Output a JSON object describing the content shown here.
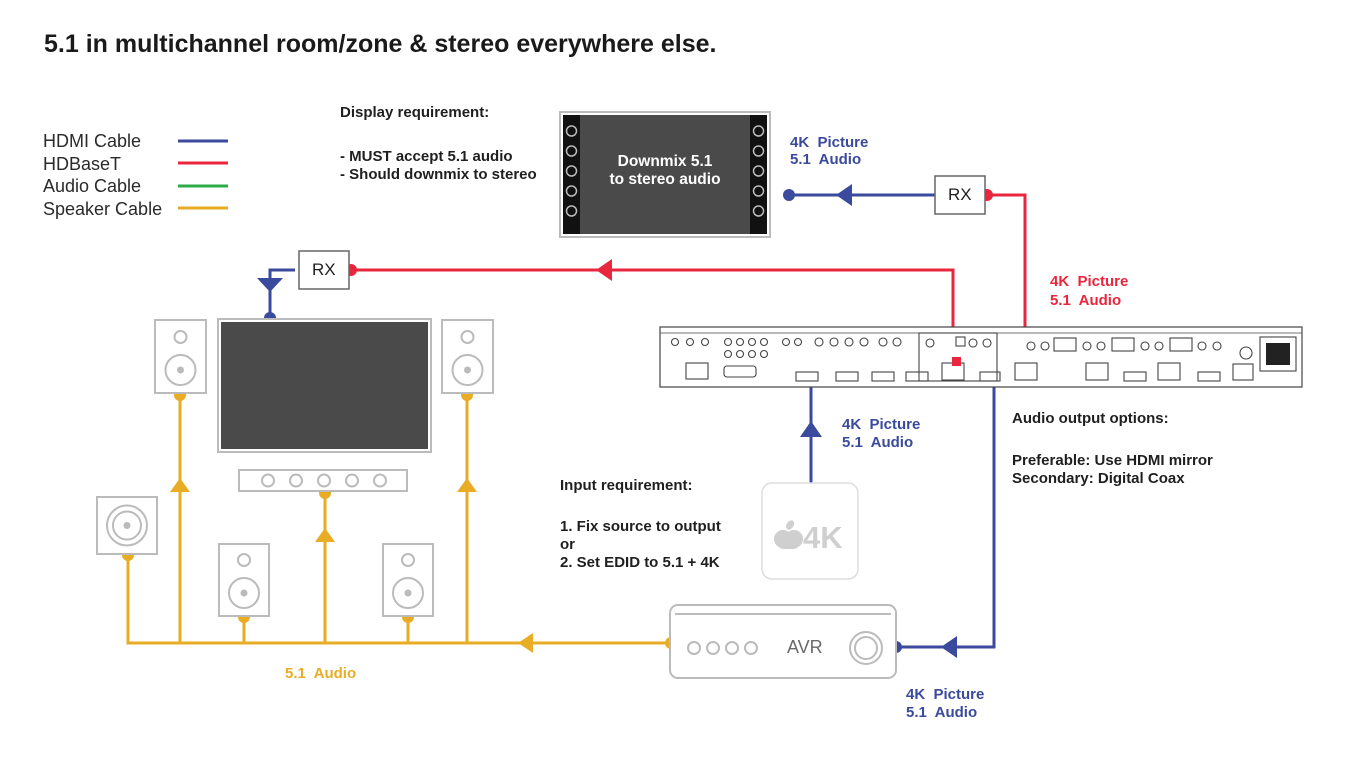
{
  "title": "5.1 in multichannel room/zone & stereo everywhere else.",
  "legend": [
    {
      "label": "HDMI Cable",
      "color": "#3a4a9c"
    },
    {
      "label": "HDBaseT",
      "color": "#e8263d"
    },
    {
      "label": "Audio Cable",
      "color": "#2faa4a"
    },
    {
      "label": "Speaker Cable",
      "color": "#e8ad25"
    }
  ],
  "display_requirement": {
    "heading": "Display requirement:",
    "line1": "- MUST accept 5.1 audio",
    "line2": "- Should downmix to stereo"
  },
  "top_display": {
    "line1": "Downmix 5.1",
    "line2": "to stereo audio"
  },
  "receivers": {
    "rx_top": "RX",
    "rx_left": "RX"
  },
  "signal_labels": {
    "top_blue_picture": "4K  Picture",
    "top_blue_audio": "5.1  Audio",
    "red_picture": "4K  Picture",
    "red_audio": "5.1  Audio",
    "mid_blue_picture": "4K  Picture",
    "mid_blue_audio": "5.1  Audio",
    "bottom_blue_picture": "4K  Picture",
    "bottom_blue_audio": "5.1  Audio",
    "speaker_audio": "5.1  Audio"
  },
  "audio_output_options": {
    "heading": "Audio output options:",
    "line1": "Preferable: Use HDMI mirror",
    "line2": "Secondary: Digital Coax"
  },
  "input_requirement": {
    "heading": "Input requirement:",
    "line1": "1. Fix source to output",
    "line2": "or",
    "line3": "2. Set EDID to 5.1 + 4K"
  },
  "source_device": {
    "label": "4K"
  },
  "avr": {
    "label": "AVR"
  },
  "colors": {
    "hdmi": "#3a4a9c",
    "hdbaset": "#e8263d",
    "audio": "#2faa4a",
    "speaker": "#e8ad25",
    "device_outline": "#bbbbbb",
    "screen": "#4a4a4a"
  }
}
